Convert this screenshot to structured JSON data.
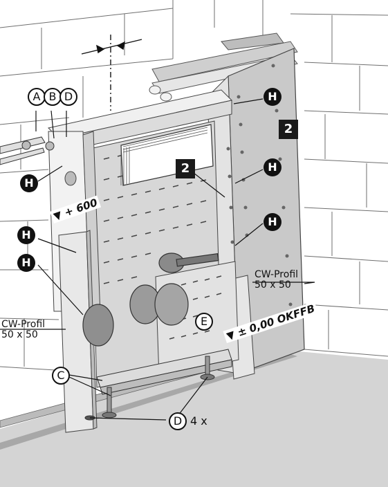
{
  "labels": {
    "circle_a": "A",
    "circle_b": "B",
    "circle_d_top": "D",
    "circle_c": "C",
    "circle_d_bottom": "D",
    "circle_e": "E",
    "h": "H",
    "count": "4 x",
    "cw_profil_left_1": "CW-Profil",
    "cw_profil_left_2": "50 x 50",
    "cw_profil_right_1": "CW-Profil",
    "cw_profil_right_2": "50 x 50",
    "square_2": "2",
    "dim_600": "+ 600",
    "dim_okffb": "± 0,00 OKFFB"
  },
  "colors": {
    "wall_line": "#6e6e6e",
    "frame_light": "#f2f2f2",
    "frame_mid": "#cfcfcf",
    "frame_dark": "#9a9a9a",
    "panel": "#bdbdbd",
    "floor": "#d4d4d4",
    "ink": "#111111"
  }
}
